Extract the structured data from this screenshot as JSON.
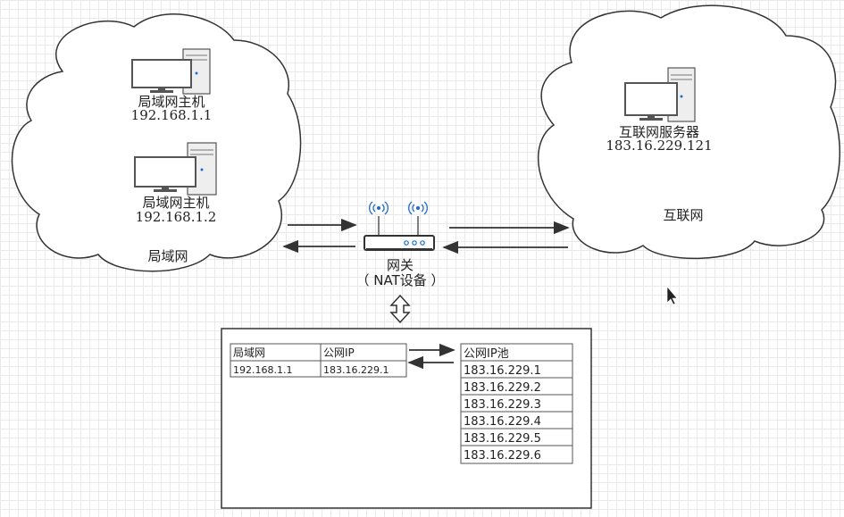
{
  "lan": {
    "label": "局域网",
    "hosts": [
      {
        "label": "局域网主机",
        "ip": "192.168.1.1"
      },
      {
        "label": "局域网主机",
        "ip": "192.168.1.2"
      }
    ]
  },
  "internet": {
    "label": "互联网",
    "server": {
      "label": "互联网服务器",
      "ip": "183.16.229.121"
    }
  },
  "gateway": {
    "label": "网关",
    "sublabel": "（ NAT设备 ）"
  },
  "nat_table": {
    "headers": [
      "局域网",
      "公网IP"
    ],
    "row": [
      "192.168.1.1",
      "183.16.229.1"
    ]
  },
  "ip_pool": {
    "header": "公网IP池",
    "items": [
      "183.16.229.1",
      "183.16.229.2",
      "183.16.229.3",
      "183.16.229.4",
      "183.16.229.5",
      "183.16.229.6"
    ]
  },
  "colors": {
    "stroke": "#333333",
    "monitor_frame": "#555555",
    "device_fill": "#ffffff",
    "wifi_blue": "#1f6bd1",
    "tower_fill": "#eeeeee"
  }
}
